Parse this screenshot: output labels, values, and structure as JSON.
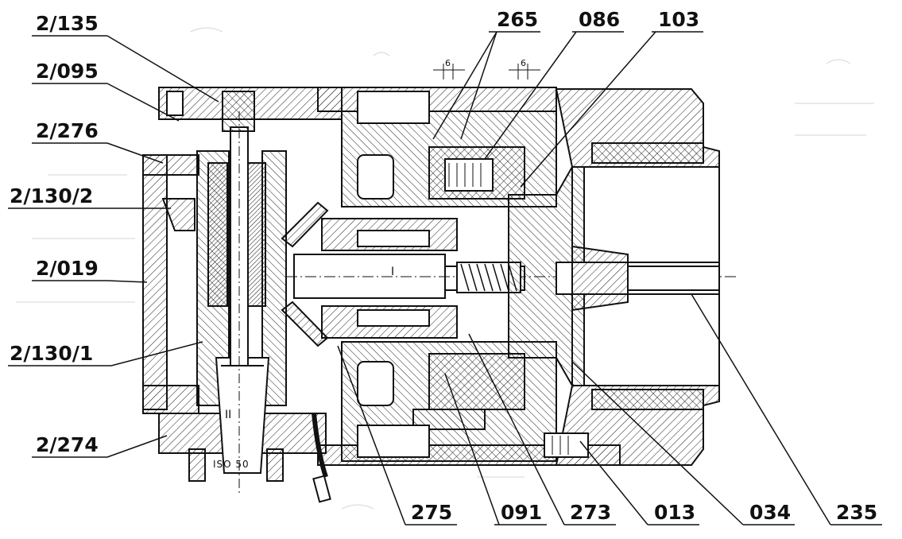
{
  "callouts": {
    "left": [
      "2/135",
      "2/095",
      "2/276",
      "2/130/2",
      "2/019",
      "2/130/1",
      "2/274"
    ],
    "top": [
      "265",
      "086",
      "103"
    ],
    "bottom": [
      "275",
      "091",
      "273",
      "013",
      "034",
      "235"
    ]
  },
  "dimensions": {
    "gap_left": "6",
    "gap_right": "6"
  },
  "shaft_marks": {
    "main": "I",
    "tool": "II"
  },
  "tool_cone_label": "ISO 50"
}
